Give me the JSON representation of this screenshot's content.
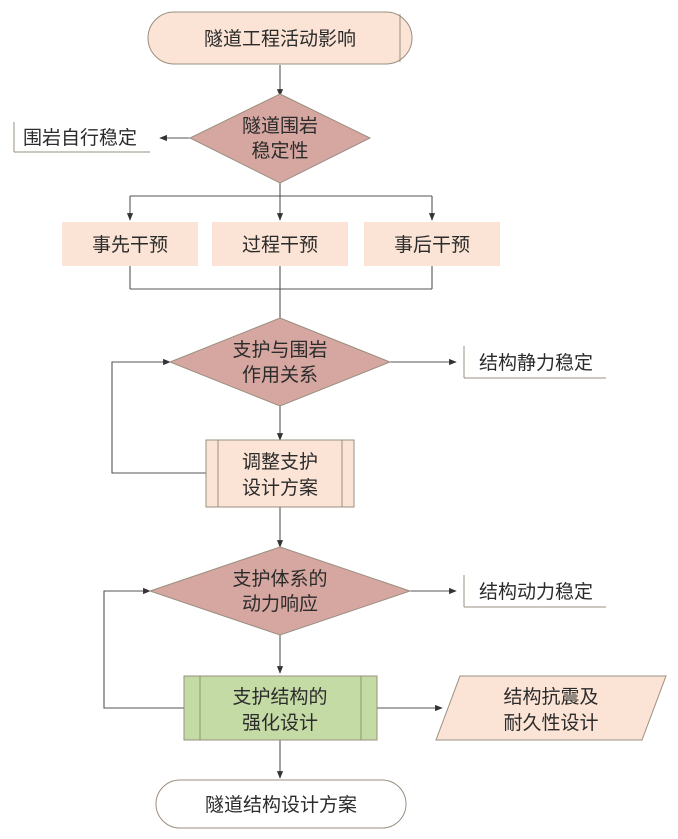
{
  "title": "隧道工程活动影响",
  "decisions": {
    "d1": [
      "隧道围岩",
      "稳定性"
    ],
    "d2": [
      "支护与围岩",
      "作用关系"
    ],
    "d3": [
      "支护体系的",
      "动力响应"
    ]
  },
  "outputs": {
    "rock_self_stable": "围岩自行稳定",
    "static_stable": "结构静力稳定",
    "dynamic_stable": "结构动力稳定"
  },
  "interventions": [
    "事先干预",
    "过程干预",
    "事后干预"
  ],
  "adjust": [
    "调整支护",
    "设计方案"
  ],
  "strengthen": [
    "支护结构的",
    "强化设计"
  ],
  "seismic": [
    "结构抗震及",
    "耐久性设计"
  ],
  "final": "隧道结构设计方案",
  "colors": {
    "start_fill": "#fbe4d5",
    "decision_fill": "#d6a6a0",
    "process_fill": "#fbe4d5",
    "strengthen_fill": "#c5dba6",
    "final_fill": "#ffffff"
  }
}
